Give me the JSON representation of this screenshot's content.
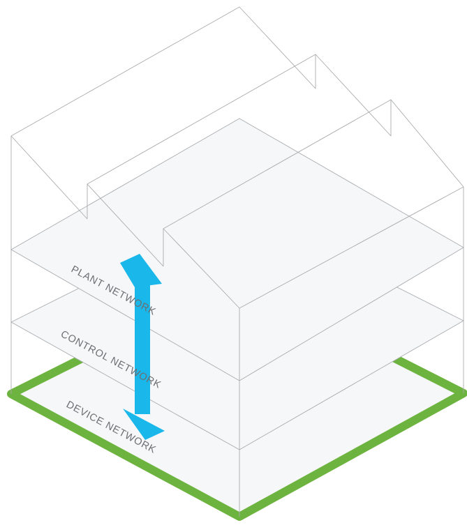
{
  "labels": {
    "plant": "PLANT NETWORK",
    "control": "CONTROL NETWORK",
    "device": "DEVICE NETWORK"
  },
  "colors": {
    "arrow": "#1ab7ea",
    "base_outline": "#6db33f",
    "plane_fill": "#f6f7f8",
    "line": "#a9abae",
    "text": "#6d6e71"
  }
}
